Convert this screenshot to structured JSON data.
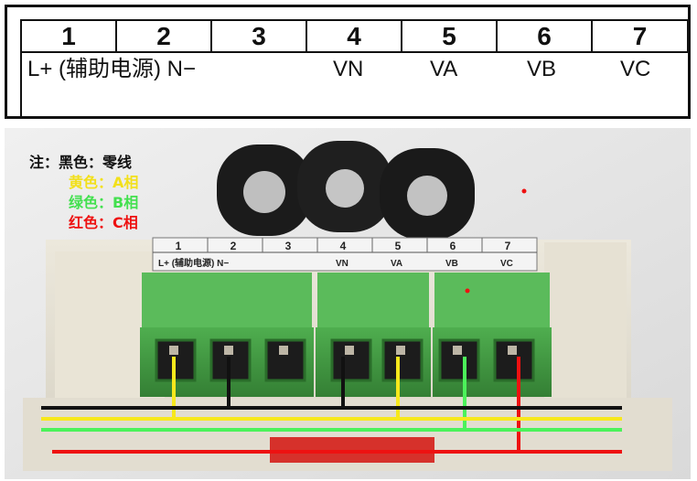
{
  "table": {
    "headers": [
      "1",
      "2",
      "3",
      "4",
      "5",
      "6",
      "7"
    ],
    "signals": {
      "aux_power": "L+ (辅助电源) N−",
      "vn": "VN",
      "va": "VA",
      "vb": "VB",
      "vc": "VC"
    }
  },
  "photo": {
    "label_numbers": [
      "1",
      "2",
      "3",
      "4",
      "5",
      "6",
      "7"
    ],
    "label_aux": "L+ (辅助电源) N−",
    "label_signals": [
      "VN",
      "VA",
      "VB",
      "VC"
    ],
    "legend": {
      "note": "注：黑色：零线",
      "yellow": "黄色：A相",
      "green": "绿色：B相",
      "red": "红色：C相"
    },
    "colors": {
      "black": "#111111",
      "yellow": "#f7e81c",
      "green": "#4cf25a",
      "red": "#ee1111",
      "terminal": "#3f9a3f"
    }
  }
}
